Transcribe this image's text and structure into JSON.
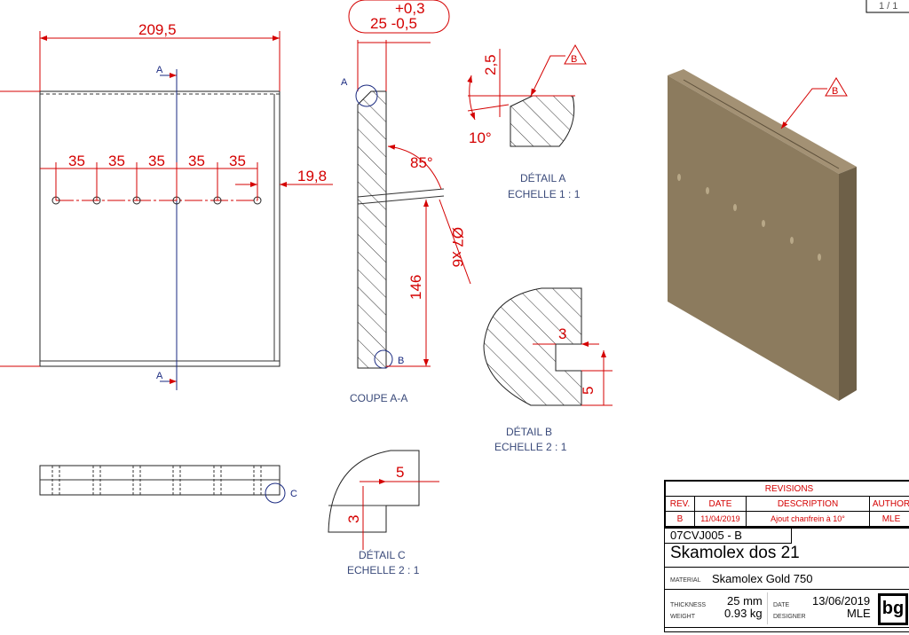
{
  "sheet": {
    "page": "1 / 1"
  },
  "front_view": {
    "width_dim": "209,5",
    "spacing_dims": [
      "35",
      "35",
      "35",
      "35",
      "35"
    ],
    "edge_dim": "19,8",
    "section_label_top": "A",
    "section_label_bottom": "A"
  },
  "section_view": {
    "tolerance_upper": "+0,3",
    "tolerance_lower": "25  -0,5",
    "detail_a_marker": "A",
    "detail_b_marker": "B",
    "angle": "85°",
    "hole_spec": "Ø7 x6",
    "height_dim": "146",
    "caption": "COUPE A-A"
  },
  "detail_a": {
    "depth_dim": "2,5",
    "angle": "10°",
    "revision_marker": "B",
    "title": "DÉTAIL A",
    "scale": "ECHELLE 1 : 1"
  },
  "detail_b": {
    "width_dim": "3",
    "height_dim": "5",
    "title": "DÉTAIL B",
    "scale": "ECHELLE 2 : 1"
  },
  "detail_c": {
    "width_dim": "5",
    "height_dim": "3",
    "title": "DÉTAIL C",
    "scale": "ECHELLE 2 : 1"
  },
  "bottom_view": {
    "detail_c_marker": "C"
  },
  "iso_view": {
    "revision_marker": "B",
    "panel_color": "#8c7b5e"
  },
  "title_block": {
    "revisions_title": "REVISIONS",
    "headers": [
      "REV.",
      "DATE",
      "DESCRIPTION",
      "AUTHOR"
    ],
    "rows": [
      [
        "B",
        "11/04/2019",
        "Ajout chanfrein à 10°",
        "MLE"
      ]
    ],
    "part_number": "07CVJ005 - B",
    "part_name": "Skamolex dos 21",
    "material_label": "MATERIAL",
    "material": "Skamolex Gold 750",
    "thickness_label": "THICKNESS",
    "thickness": "25 mm",
    "weight_label": "WEIGHT",
    "weight": "0.93 kg",
    "date_label": "DATE",
    "date": "13/06/2019",
    "designer_label": "DESIGNER",
    "designer": "MLE",
    "logo": "bg"
  }
}
